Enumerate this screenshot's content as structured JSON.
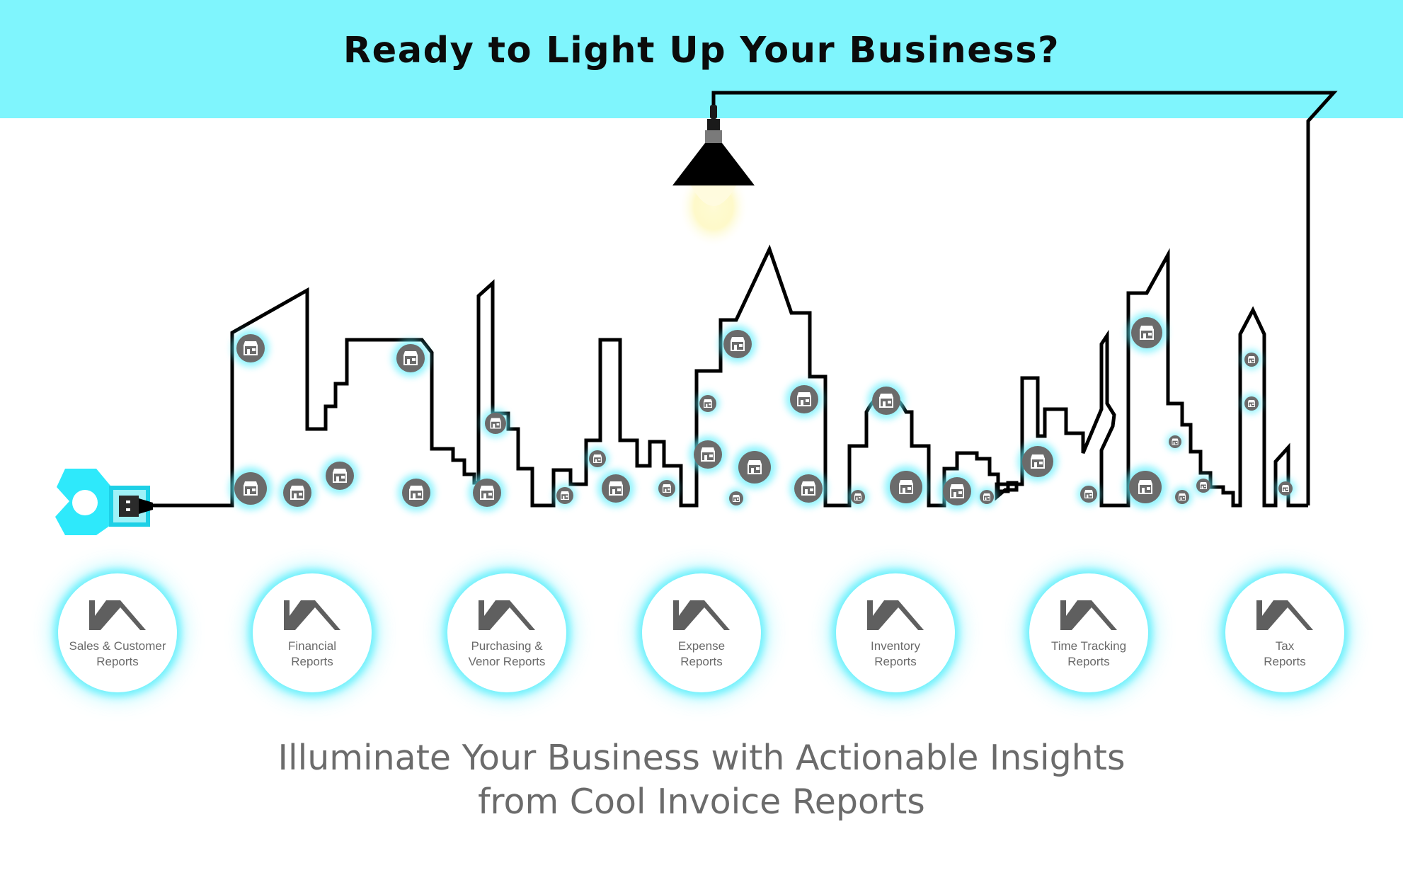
{
  "banner": {
    "title": "Ready to Light Up Your Business?"
  },
  "reports": [
    {
      "line1": "Sales & Customer",
      "line2": "Reports"
    },
    {
      "line1": "Financial",
      "line2": "Reports"
    },
    {
      "line1": "Purchasing &",
      "line2": "Venor Reports"
    },
    {
      "line1": "Expense",
      "line2": "Reports"
    },
    {
      "line1": "Inventory",
      "line2": "Reports"
    },
    {
      "line1": "Time Tracking",
      "line2": "Reports"
    },
    {
      "line1": "Tax",
      "line2": "Reports"
    }
  ],
  "tagline": {
    "line1": "Illuminate Your Business with Actionable Insights",
    "line2": "from Cool Invoice Reports"
  },
  "colors": {
    "banner": "#7ff5fd",
    "glow": "#60eefc",
    "outline": "#000000",
    "store_icon": "#6b6b6b",
    "text_gray": "#6b6b6b"
  },
  "icons": [
    "plug-icon",
    "lamp-icon",
    "store-icon",
    "house-roof-icon"
  ]
}
